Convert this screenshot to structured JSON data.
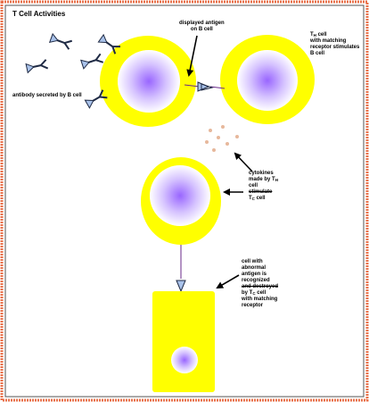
{
  "title": "T Cell Activities",
  "labels": {
    "displayed_antigen": [
      "displayed antigen",
      "on B cell"
    ],
    "antibody": "antibody secreted by B cell",
    "th_cell": {
      "line1_prefix": "T",
      "line1_sub": "H",
      "line1_suffix": " cell",
      "line2": "with matching",
      "line3": "receptor stimulates",
      "line4": "B cell"
    },
    "cytokines": {
      "line1": "cytokines",
      "line2_prefix": "made by T",
      "line2_sub": "H",
      "line3": "cell",
      "line4": "stimulate",
      "line5_prefix": "T",
      "line5_sub": "C",
      "line5_suffix": " cell"
    },
    "abnormal": {
      "line1": "cell with",
      "line2": "abnormal",
      "line3": "antigen is",
      "line4": "recognized",
      "line5": "and destroyed",
      "line6_prefix": "by T",
      "line6_sub": "C",
      "line6_suffix": " cell",
      "line7": "with matching",
      "line8": "receptor"
    }
  },
  "colors": {
    "frame": "#E8704A",
    "cell_yellow": "#FFFF00",
    "nucleus_center": "#9966FF",
    "antibody": "#6C7EA8",
    "cytokine_dot": "#E7B89C",
    "arrow": "#000000"
  }
}
